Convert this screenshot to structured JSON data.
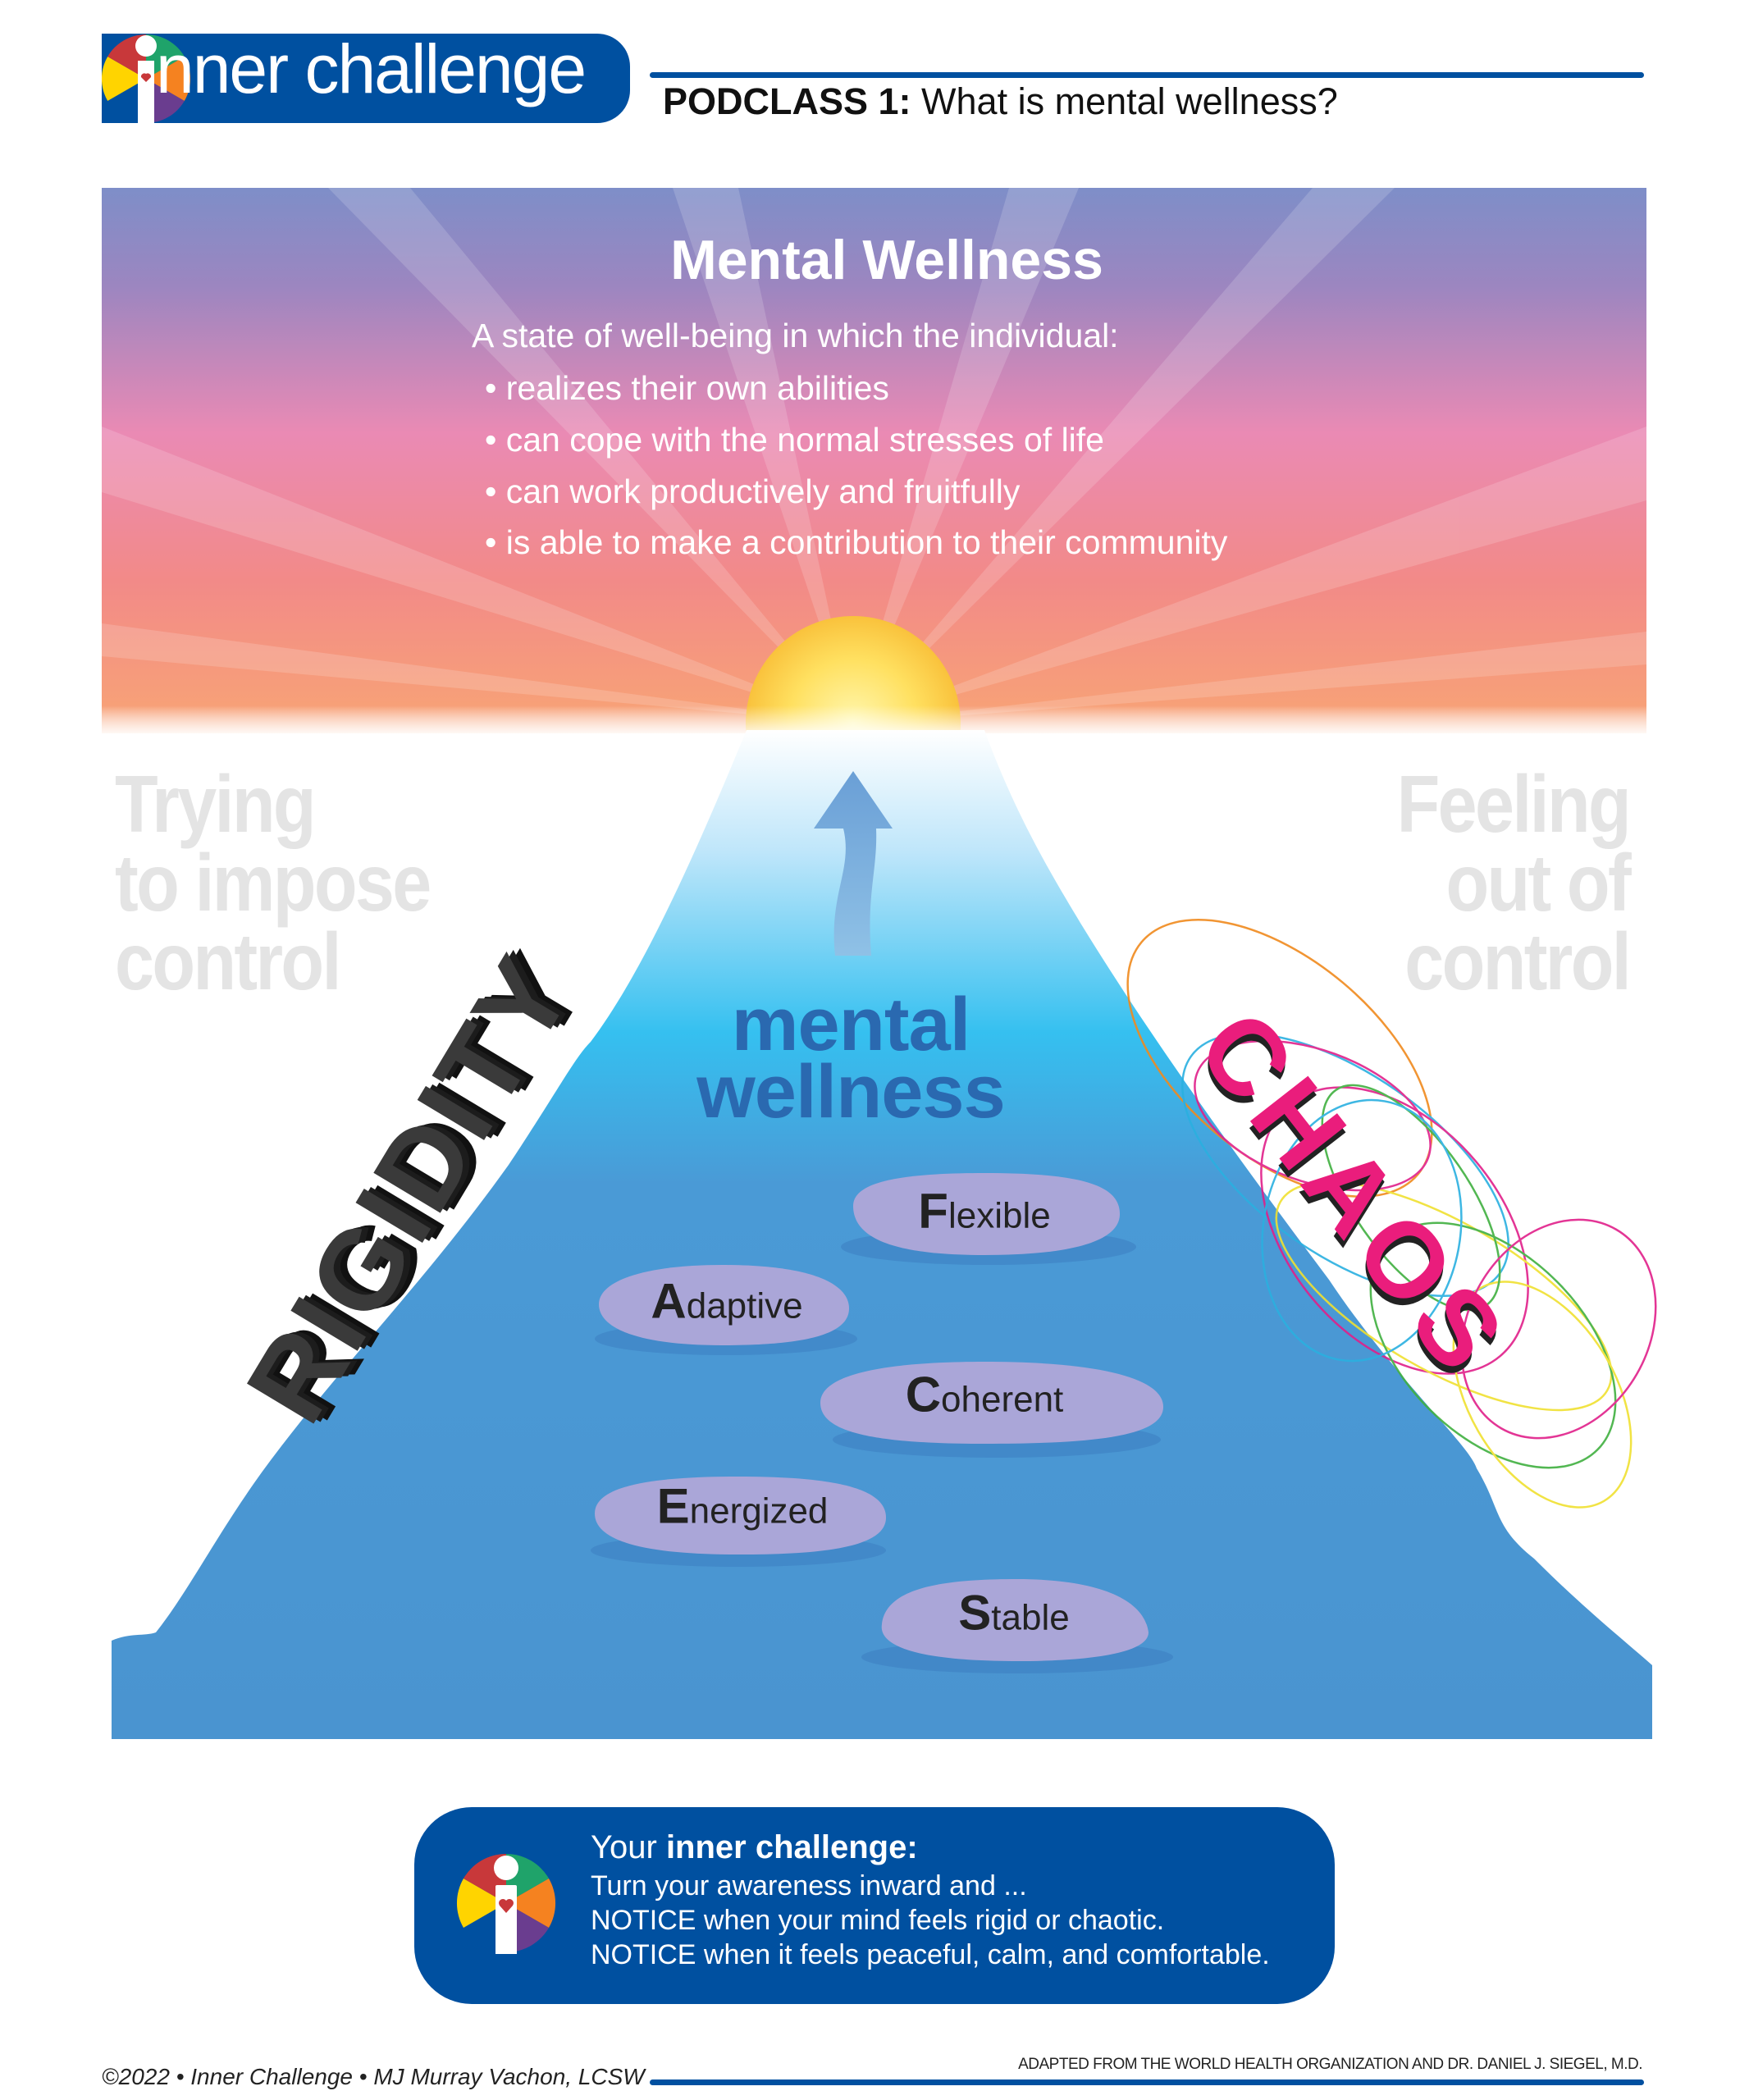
{
  "header": {
    "logo_text": "nner challenge",
    "logo_alt": "inner challenge",
    "podclass_label": "PODCLASS 1:",
    "podclass_title": " What is mental wellness?"
  },
  "definition": {
    "title": "Mental Wellness",
    "intro": "A state of well-being in which the individual:",
    "bullets": [
      "• realizes their own abilities",
      "• can cope with the normal stresses of life",
      "• can work productively and fruitfully",
      "• is able to make a contribution to their community"
    ]
  },
  "illustration": {
    "left_caption": [
      "Trying",
      "to impose",
      "control"
    ],
    "right_caption": [
      "Feeling",
      "out of",
      "control"
    ],
    "rigidity": "RIGIDITY",
    "chaos": "CHAOS",
    "center_label": [
      "mental",
      "wellness"
    ],
    "stones": [
      {
        "initial": "F",
        "rest": "lexible"
      },
      {
        "initial": "A",
        "rest": "daptive"
      },
      {
        "initial": "C",
        "rest": "oherent"
      },
      {
        "initial": "E",
        "rest": "nergized"
      },
      {
        "initial": "S",
        "rest": "table"
      }
    ]
  },
  "challenge": {
    "heading_plain": "Your ",
    "heading_bold": "inner challenge:",
    "lines": [
      "Turn your awareness inward and ...",
      "NOTICE when your mind feels rigid or chaotic.",
      "NOTICE when it feels peaceful, calm, and comfortable."
    ]
  },
  "footer": {
    "copyright": "©2022 • Inner Challenge • MJ Murray Vachon, LCSW",
    "attribution": "ADAPTED FROM THE WORLD HEALTH ORGANIZATION AND DR. DANIEL J. SIEGEL, M.D."
  },
  "colors": {
    "brand_blue": "#0050a0",
    "chaos_pink": "#ea1d7c",
    "water_blue": "#4a94d0",
    "stone": "#aaa6d8"
  }
}
